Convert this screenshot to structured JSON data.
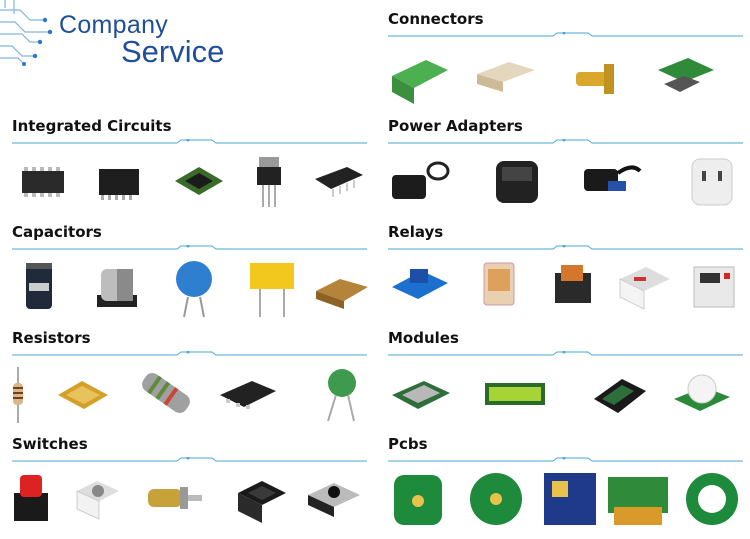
{
  "header": {
    "line1": "Company",
    "line2": "Service"
  },
  "colors": {
    "brand_blue": "#1f4e9a",
    "divider_blue": "#4aa8d8"
  },
  "sections": [
    {
      "title": "Integrated Circuits",
      "items": [
        "ic-soic-chip",
        "ic-tssop-chip",
        "bga-chip",
        "to220-transistor",
        "dip-chip"
      ]
    },
    {
      "title": "Capacitors",
      "items": [
        "electrolytic-capacitor",
        "smd-electrolytic-capacitor",
        "ceramic-disc-capacitor",
        "film-capacitor",
        "smd-ceramic-capacitor"
      ]
    },
    {
      "title": "Resistors",
      "items": [
        "carbon-film-resistor",
        "aluminum-housed-resistor",
        "wirewound-resistor",
        "resistor-network",
        "thermistor"
      ]
    },
    {
      "title": "Switches",
      "items": [
        "push-button-switch",
        "rotary-dip-switch",
        "key-switch",
        "rocker-switch",
        "tactile-switch"
      ]
    },
    {
      "title": "Connectors",
      "items": [
        "terminal-block-connector",
        "ffc-connector",
        "sma-connector",
        "db9-terminal-adapter"
      ]
    },
    {
      "title": "Power Adapters",
      "items": [
        "laptop-power-adapter",
        "travel-adapter-cube",
        "vga-adapter-cable",
        "plug-adapter"
      ]
    },
    {
      "title": "Relays",
      "items": [
        "relay-module",
        "clear-relay",
        "automotive-relay",
        "solid-state-relay",
        "motor-protector-relay"
      ]
    },
    {
      "title": "Modules",
      "items": [
        "wifi-module",
        "lcd-display-module",
        "bluetooth-module",
        "pir-sensor-module"
      ]
    },
    {
      "title": "Pcbs",
      "items": [
        "green-pcb-board",
        "round-pcb-board",
        "blue-pcb-board",
        "flex-pcb-board",
        "ring-pcb-board"
      ]
    }
  ]
}
